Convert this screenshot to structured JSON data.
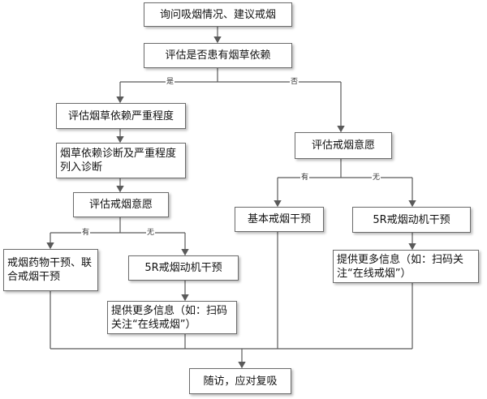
{
  "nodes": {
    "ask": "询问吸烟情况、建议戒烟",
    "assess_dep": "评估是否患有烟草依赖",
    "assess_severity": "评估烟草依赖严重程度",
    "diagnose": "烟草依赖诊断及严重程度列入诊断",
    "willing_left": "评估戒烟意愿",
    "willing_right": "评估戒烟意愿",
    "drug": "戒烟药物干预、联合戒烟干预",
    "fiveR_left": "5R戒烟动机干预",
    "info_left": "提供更多信息（如：扫码关注“在线戒烟”）",
    "basic": "基本戒烟干预",
    "fiveR_right": "5R戒烟动机干预",
    "info_right": "提供更多信息（如：扫码关注“在线戒烟”）",
    "followup": "随访，应对复吸"
  },
  "labels": {
    "yes_main": "是",
    "no_main": "否",
    "yes_left": "有",
    "no_left": "无",
    "yes_right": "有",
    "no_right": "无"
  },
  "colors": {
    "line": "#5a5a5a",
    "border": "#6b6b6b"
  }
}
